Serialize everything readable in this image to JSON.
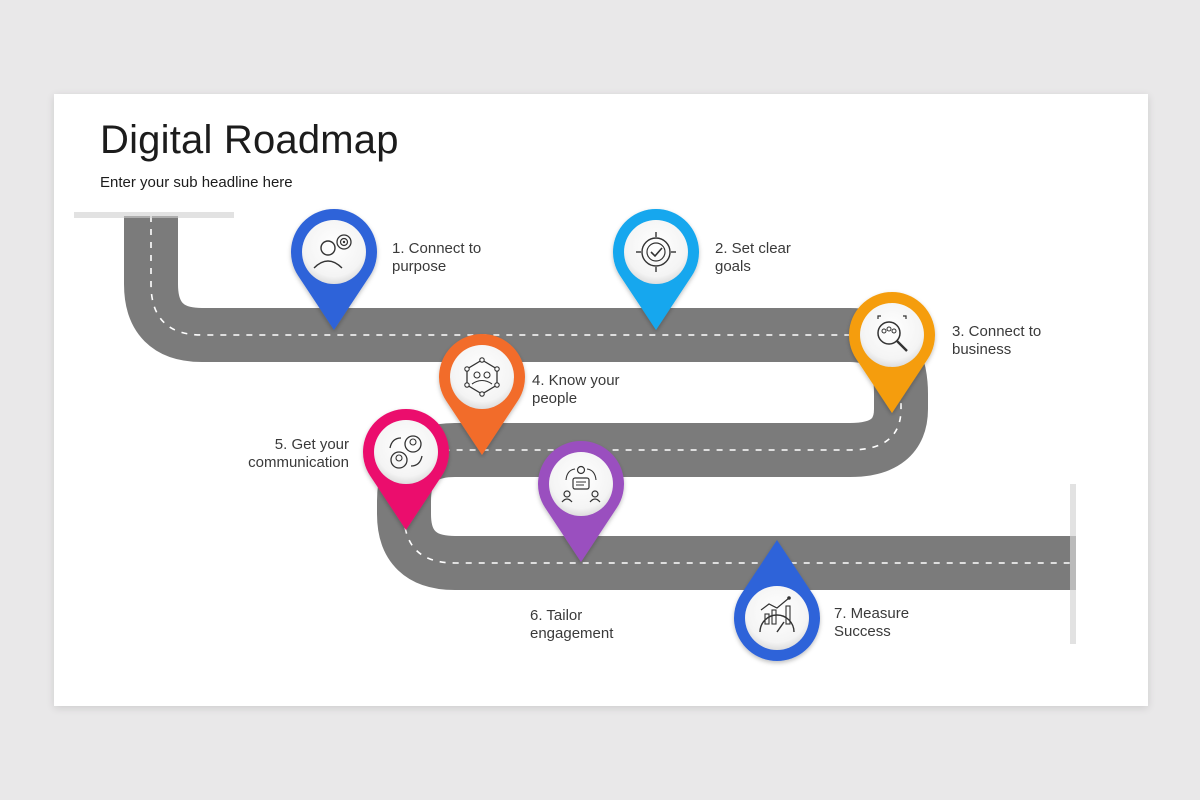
{
  "slide": {
    "title": "Digital Roadmap",
    "subtitle": "Enter your sub headline here"
  },
  "steps": [
    {
      "line1": "1. Connect to",
      "line2": "purpose",
      "color": "#2f63d9",
      "icon": "person-target-icon"
    },
    {
      "line1": "2. Set clear",
      "line2": "goals",
      "color": "#12a7ee",
      "icon": "target-check-icon"
    },
    {
      "line1": "3. Connect to",
      "line2": "business",
      "color": "#f59d0c",
      "icon": "magnifier-group-icon"
    },
    {
      "line1": "4. Know your",
      "line2": "people",
      "color": "#f26c2a",
      "icon": "people-network-icon"
    },
    {
      "line1": "5. Get your",
      "line2": "communication",
      "color": "#eb0f6d",
      "icon": "user-exchange-icon"
    },
    {
      "line1": "6. Tailor",
      "line2": "engagement",
      "color": "#9a4fbf",
      "icon": "team-chat-icon"
    },
    {
      "line1": "7. Measure",
      "line2": "Success",
      "color": "#2f63d9",
      "icon": "chart-gauge-icon"
    }
  ]
}
